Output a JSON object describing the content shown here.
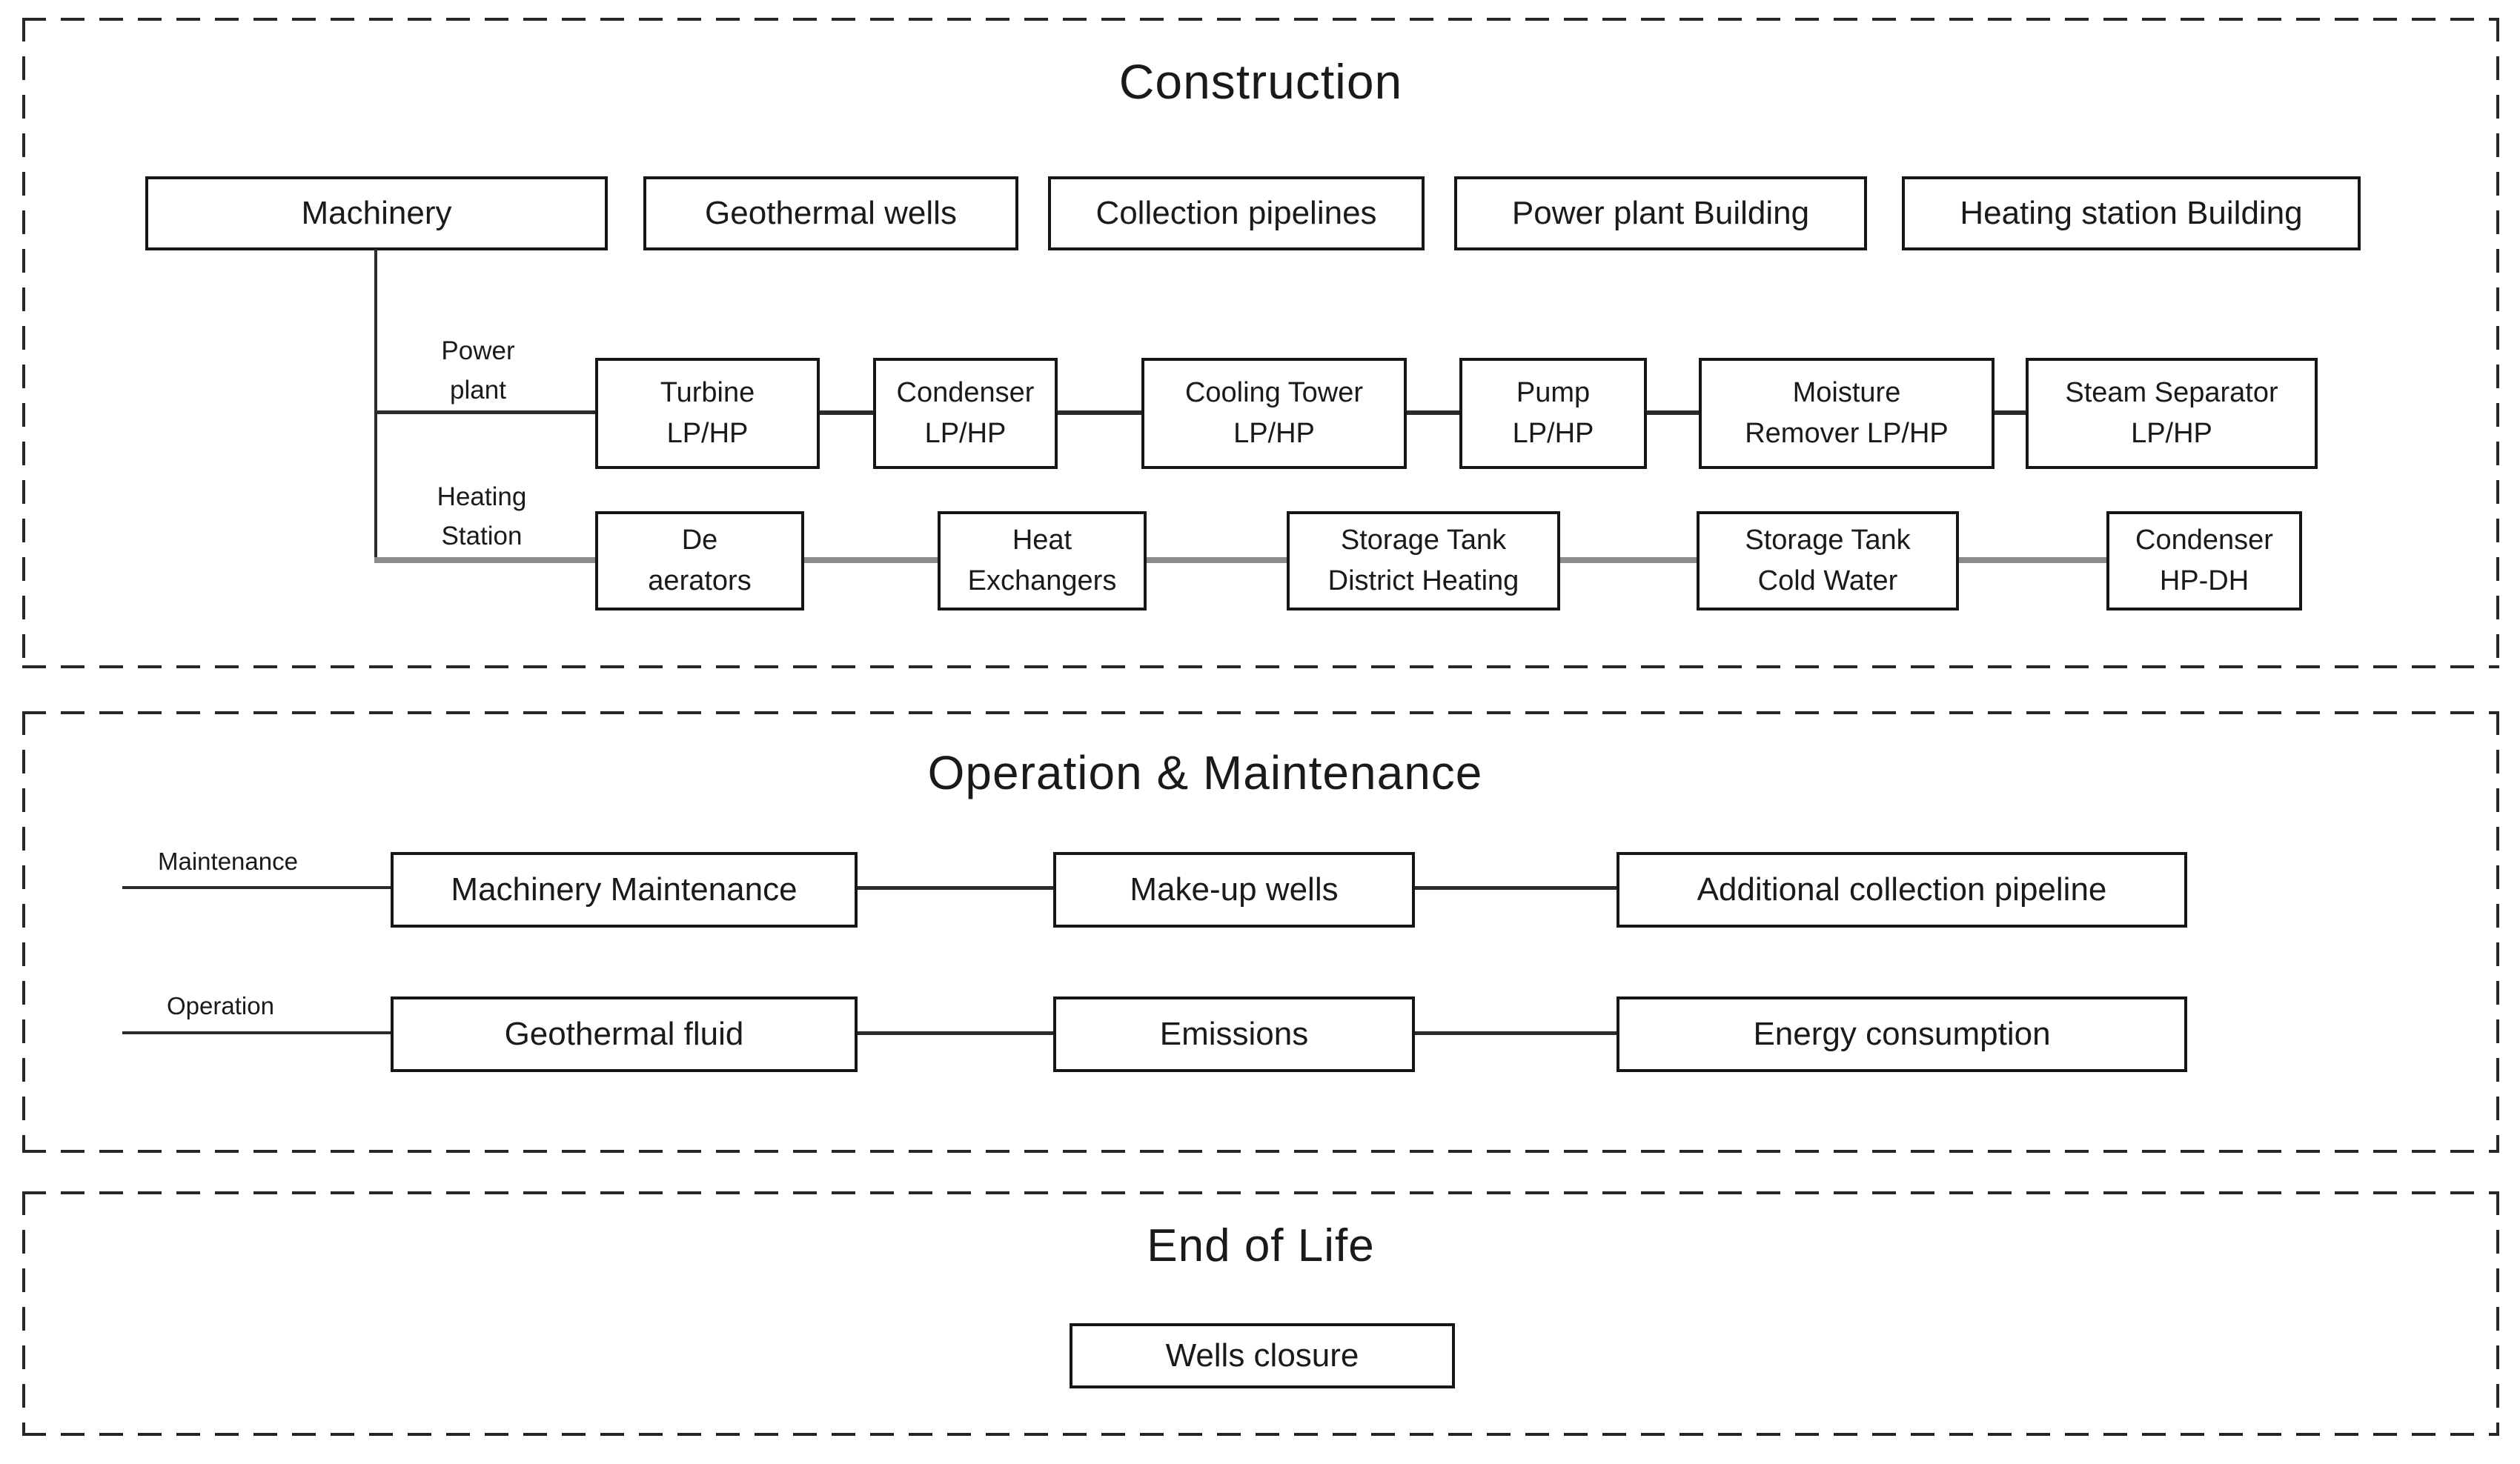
{
  "diagram": {
    "construction": {
      "title": "Construction",
      "top_row": [
        "Machinery",
        "Geothermal wells",
        "Collection pipelines",
        "Power plant Building",
        "Heating station Building"
      ],
      "power_plant": {
        "label": "Power\nplant",
        "boxes": [
          "Turbine\nLP/HP",
          "Condenser\nLP/HP",
          "Cooling Tower\nLP/HP",
          "Pump\nLP/HP",
          "Moisture\nRemover LP/HP",
          "Steam Separator\nLP/HP"
        ]
      },
      "heating_station": {
        "label": "Heating\nStation",
        "boxes": [
          "De\naerators",
          "Heat\nExchangers",
          "Storage Tank\nDistrict Heating",
          "Storage Tank\nCold Water",
          "Condenser\nHP-DH"
        ]
      }
    },
    "operation_maintenance": {
      "title": "Operation & Maintenance",
      "maintenance": {
        "label": "Maintenance",
        "boxes": [
          "Machinery Maintenance",
          "Make-up wells",
          "Additional collection pipeline"
        ]
      },
      "operation": {
        "label": "Operation",
        "boxes": [
          "Geothermal fluid",
          "Emissions",
          "Energy consumption"
        ]
      }
    },
    "end_of_life": {
      "title": "End of Life",
      "boxes": [
        "Wells closure"
      ]
    }
  },
  "colors": {
    "background": "#ffffff",
    "text": "#1a1a1a",
    "box_border": "#161616",
    "line": "#2b2b2b",
    "thick_line": "#8c8c8c",
    "dash": "#262626"
  }
}
